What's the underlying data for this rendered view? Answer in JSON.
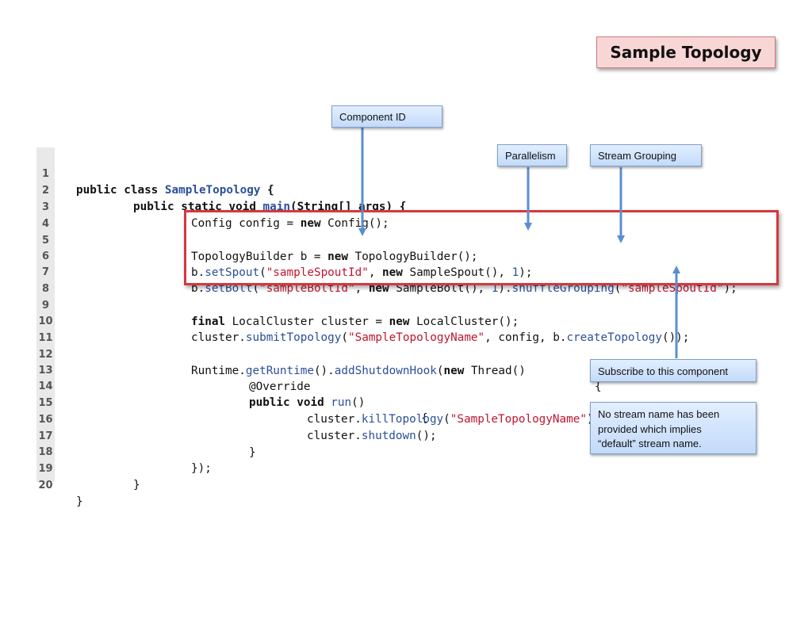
{
  "title": "Sample Topology",
  "callouts": {
    "component_id": "Component ID",
    "parallelism": "Parallelism",
    "stream_grouping": "Stream Grouping",
    "subscribe": "Subscribe to this component",
    "no_stream_1": "No stream name has been",
    "no_stream_2": "provided which implies",
    "no_stream_3": "“default” stream name."
  },
  "colors": {
    "keyword": "#111111",
    "identifier": "#2a4f9a",
    "string": "#c0152f",
    "highlight_border": "#d6373f",
    "callout_fill": "#c3dafa",
    "arrow": "#5b8ed0"
  },
  "code": {
    "numbers": [
      "1",
      "2",
      "3",
      "4",
      "5",
      "6",
      "7",
      "8",
      "9",
      "10",
      "11",
      "12",
      "13",
      "14",
      "15",
      "16",
      "17",
      "18",
      "19",
      "20"
    ],
    "l1": {
      "a": "public class ",
      "b": "SampleTopology",
      "c": " {"
    },
    "l2": {
      "a": "public static void ",
      "b": "main",
      "c": "(String[] args) {"
    },
    "l3": {
      "a": "Config config = ",
      "b": "new",
      "c": " Config();"
    },
    "l5": {
      "a": "TopologyBuilder b = ",
      "b": "new",
      "c": " TopologyBuilder();"
    },
    "l6": {
      "a": "b.",
      "b": "setSpout",
      "c": "(",
      "d": "\"sampleSpoutId\"",
      "e": ", ",
      "f": "new",
      "g": " SampleSpout(), ",
      "h": "1",
      "i": ");"
    },
    "l7": {
      "a": "b.",
      "b": "setBolt",
      "c": "(",
      "d": "\"sampleBoltId\"",
      "e": ", ",
      "f": "new",
      "g": " SampleBolt(), ",
      "h": "1",
      "i": ").",
      "j": "shuffleGrouping",
      "k": "(",
      "l": "\"sampleSpoutId\"",
      "m": ");"
    },
    "l9": {
      "a": "final",
      "b": " LocalCluster cluster = ",
      "c": "new",
      "d": " LocalCluster();"
    },
    "l10": {
      "a": "cluster.",
      "b": "submitTopology",
      "c": "(",
      "d": "\"SampleTopologyName\"",
      "e": ", config, b.",
      "f": "createTopology",
      "g": "());"
    },
    "l12": {
      "a": "Runtime.",
      "b": "getRuntime",
      "c": "().",
      "d": "addShutdownHook",
      "e": "(",
      "f": "new",
      "g": " Thread()",
      "h": "{"
    },
    "l13": {
      "a": "@Override"
    },
    "l14": {
      "a": "public void ",
      "b": "run",
      "c": "()",
      "d": "{"
    },
    "l15": {
      "a": "cluster.",
      "b": "killTopology",
      "c": "(",
      "d": "\"SampleTopologyName\"",
      "e": ");"
    },
    "l16": {
      "a": "cluster.",
      "b": "shutdown",
      "c": "();"
    },
    "l17": {
      "a": "}"
    },
    "l18": {
      "a": "});"
    },
    "l19": {
      "a": "}"
    },
    "l20": {
      "a": "}"
    }
  }
}
